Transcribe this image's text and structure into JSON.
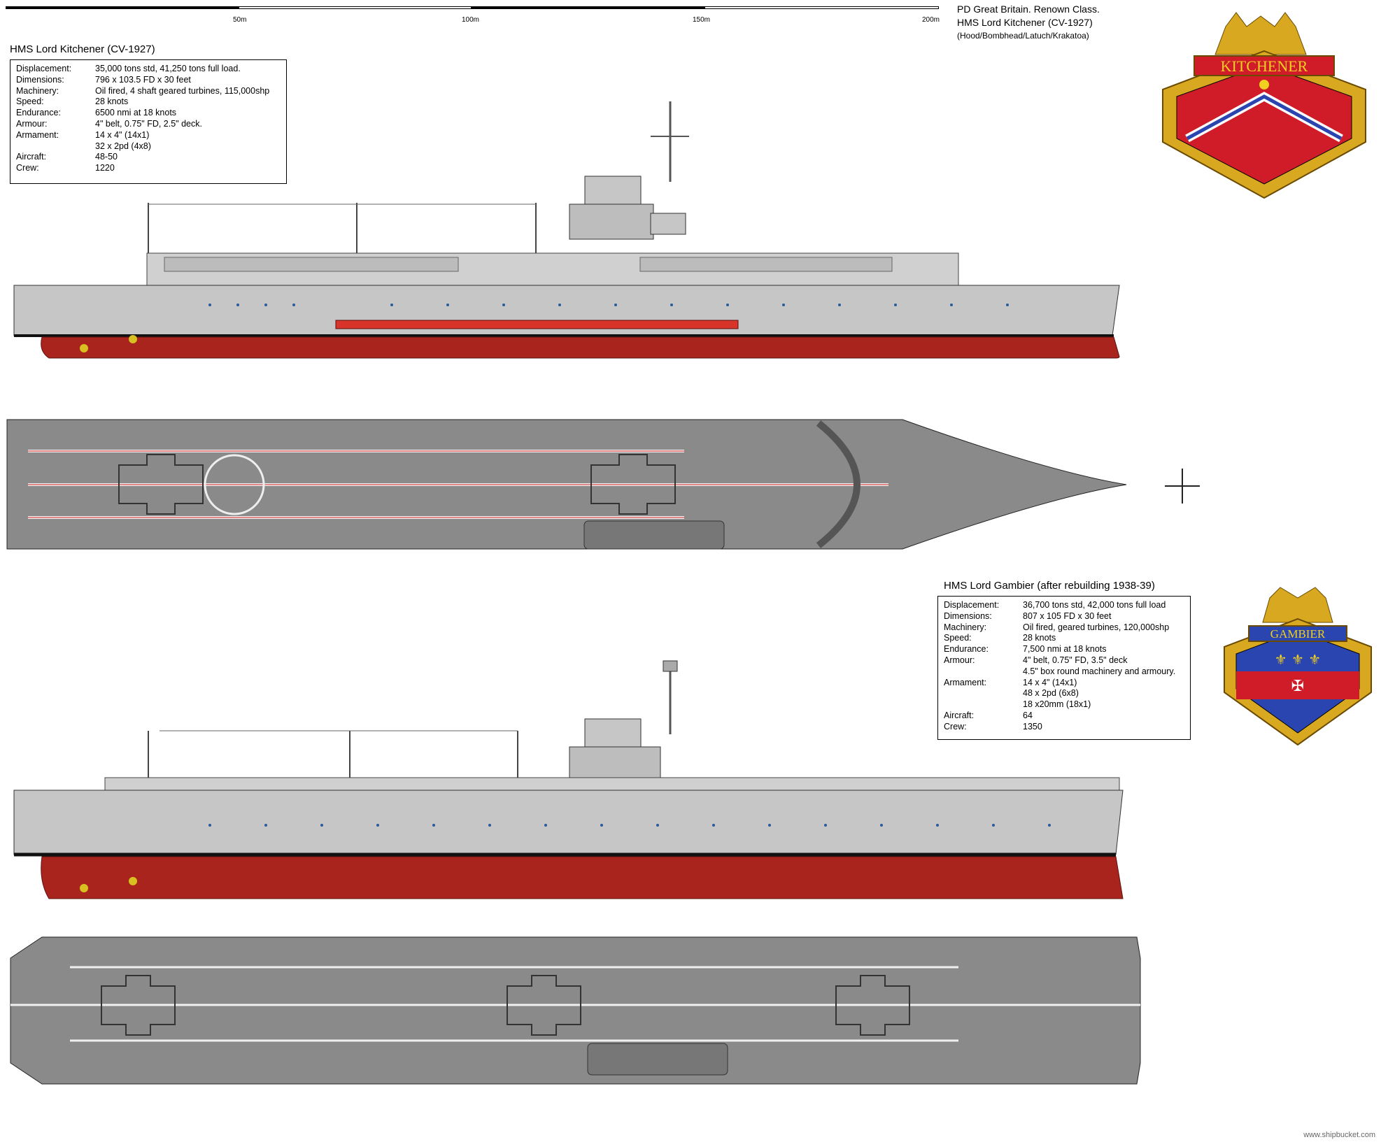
{
  "header": {
    "line1": "PD Great Britain. Renown Class.",
    "line2": "HMS Lord Kitchener (CV-1927)",
    "line3": "(Hood/Bombhead/Latuch/Krakatoa)"
  },
  "scale": {
    "labels": [
      "50m",
      "100m",
      "150m",
      "200m"
    ]
  },
  "ship1": {
    "title": "HMS Lord Kitchener (CV-1927)",
    "specs": [
      {
        "k": "Displacement:",
        "v": "35,000 tons std, 41,250 tons full load."
      },
      {
        "k": "Dimensions:",
        "v": "796 x 103.5 FD x 30 feet"
      },
      {
        "k": "Machinery:",
        "v": "Oil fired, 4 shaft geared turbines, 115,000shp"
      },
      {
        "k": "Speed:",
        "v": "28 knots"
      },
      {
        "k": "Endurance:",
        "v": "6500 nmi at 18 knots"
      },
      {
        "k": "Armour:",
        "v": "4\" belt, 0.75\" FD, 2.5\" deck."
      },
      {
        "k": "Armament:",
        "v": "14 x 4\" (14x1)"
      },
      {
        "k": "",
        "v": "32 x 2pd (4x8)"
      },
      {
        "k": "Aircraft:",
        "v": "48-50"
      },
      {
        "k": "Crew:",
        "v": "1220"
      }
    ],
    "badge_name": "KITCHENER"
  },
  "ship2": {
    "title": "HMS Lord Gambier (after rebuilding 1938-39)",
    "specs": [
      {
        "k": "Displacement:",
        "v": "36,700 tons std, 42,000 tons full load"
      },
      {
        "k": "Dimensions:",
        "v": "807 x 105 FD x 30 feet"
      },
      {
        "k": "Machinery:",
        "v": "Oil fired, geared turbines, 120,000shp"
      },
      {
        "k": "Speed:",
        "v": "28 knots"
      },
      {
        "k": "Endurance:",
        "v": "7,500 nmi at 18 knots"
      },
      {
        "k": "Armour:",
        "v": "4\" belt, 0.75\" FD, 3.5\" deck"
      },
      {
        "k": "",
        "v": "4.5\" box round machinery and armoury."
      },
      {
        "k": "Armament:",
        "v": "14 x 4\" (14x1)"
      },
      {
        "k": "",
        "v": "48 x 2pd (6x8)"
      },
      {
        "k": "",
        "v": "18 x20mm (18x1)"
      },
      {
        "k": "Aircraft:",
        "v": "64"
      },
      {
        "k": "Crew:",
        "v": "1350"
      }
    ],
    "badge_name": "GAMBIER"
  },
  "footer": {
    "credit": "www.shipbucket.com"
  },
  "colors": {
    "hull_grey": "#c6c6c6",
    "deck_grey": "#8a8a8a",
    "antifouling_red": "#a8241c",
    "waterline_black": "#111111",
    "badge_gold": "#d8a820",
    "badge_red": "#d01c28",
    "badge_blue": "#2a44b0",
    "porthole_blue": "#2a5a9a"
  }
}
